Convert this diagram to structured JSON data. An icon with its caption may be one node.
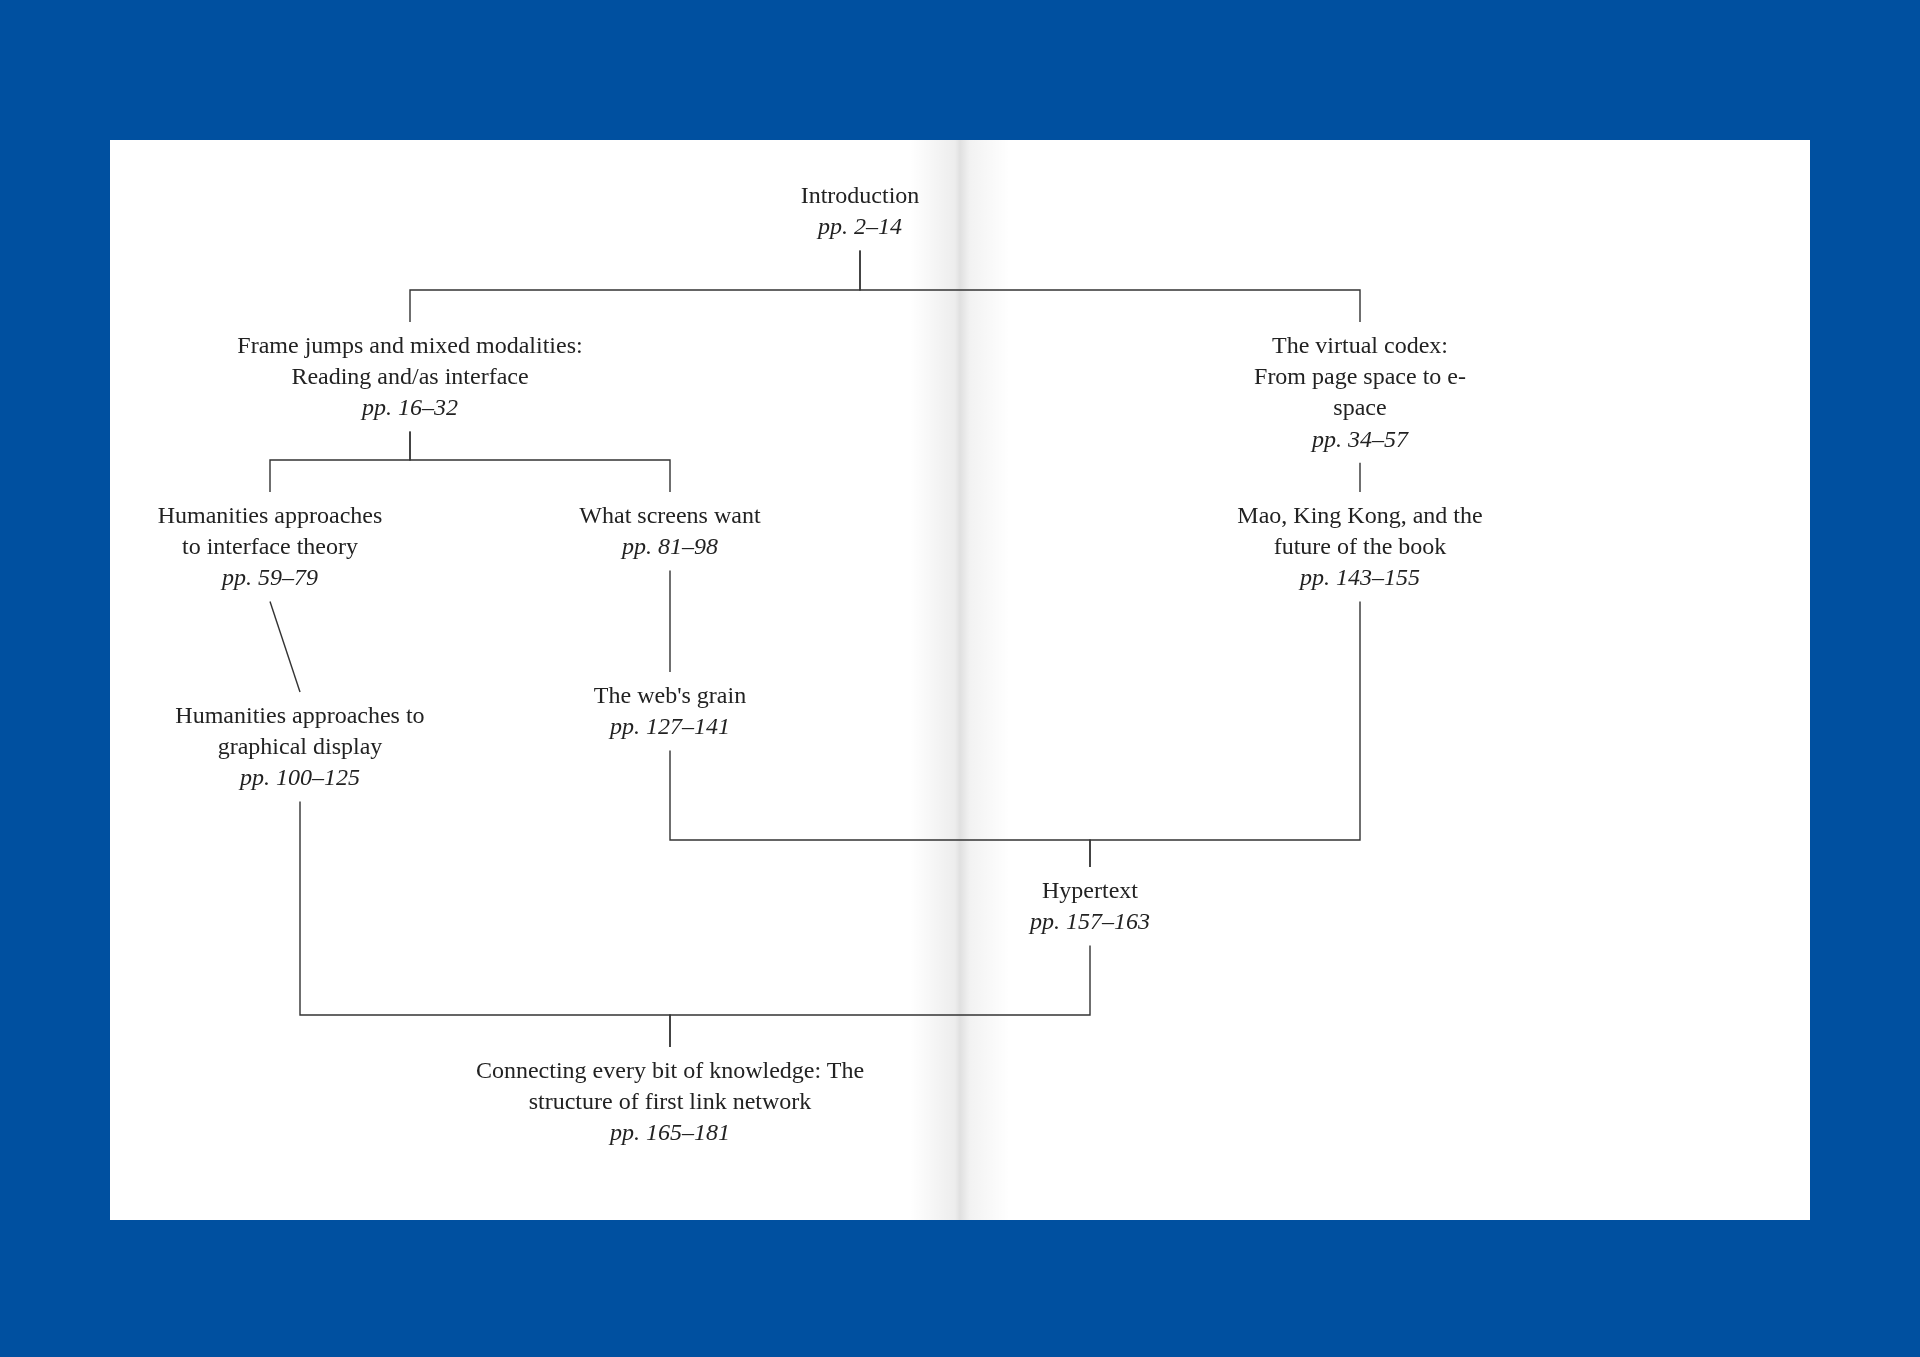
{
  "diagram": {
    "nodes": [
      {
        "text": [
          "Introduction",
          "pp. 2–14"
        ]
      },
      {
        "text": [
          "The virtual codex: From page space to e-space",
          "pp. 34–57"
        ]
      },
      {
        "text": [
          "Frame jumps and mixed modalities: Reading and/as interface",
          "pp. 16–32"
        ]
      },
      {
        "text": [
          "What screens want",
          "pp. 81–98"
        ]
      },
      {
        "text": [
          "Mao, King Kong, and the future of the book",
          "pp. 143–155"
        ]
      },
      {
        "text": [
          "Humanities approaches to interface theory",
          "pp. 59–79"
        ]
      },
      {
        "text": [
          "The web's grain",
          "pp. 127–141"
        ]
      },
      {
        "text": [
          "Hypertext",
          "pp. 157–163"
        ]
      },
      {
        "text": [
          "Humanities approaches to graphical display",
          "pp. 100–125"
        ]
      },
      {
        "text": [
          "Connecting every bit of knowledge: The structure of first link network",
          "pp. 165–181"
        ]
      }
    ],
    "edges": [
      {
        "from": 0,
        "to": 2,
        "arrow": "none"
      },
      {
        "from": 0,
        "to": 1,
        "arrow": "none"
      },
      {
        "from": 1,
        "to": 4,
        "arrow": "none"
      },
      {
        "from": 2,
        "to": 5,
        "arrow": "none"
      },
      {
        "from": 2,
        "to": 3,
        "arrow": "none"
      },
      {
        "from": 5,
        "to": 8,
        "arrow": "none"
      },
      {
        "from": 3,
        "to": 6,
        "arrow": "none"
      },
      {
        "from": 6,
        "to": 7,
        "arrow": "none"
      },
      {
        "from": 4,
        "to": 7,
        "arrow": "none"
      },
      {
        "from": 8,
        "to": 9,
        "arrow": "none"
      },
      {
        "from": 7,
        "to": 9,
        "arrow": "none"
      }
    ]
  }
}
